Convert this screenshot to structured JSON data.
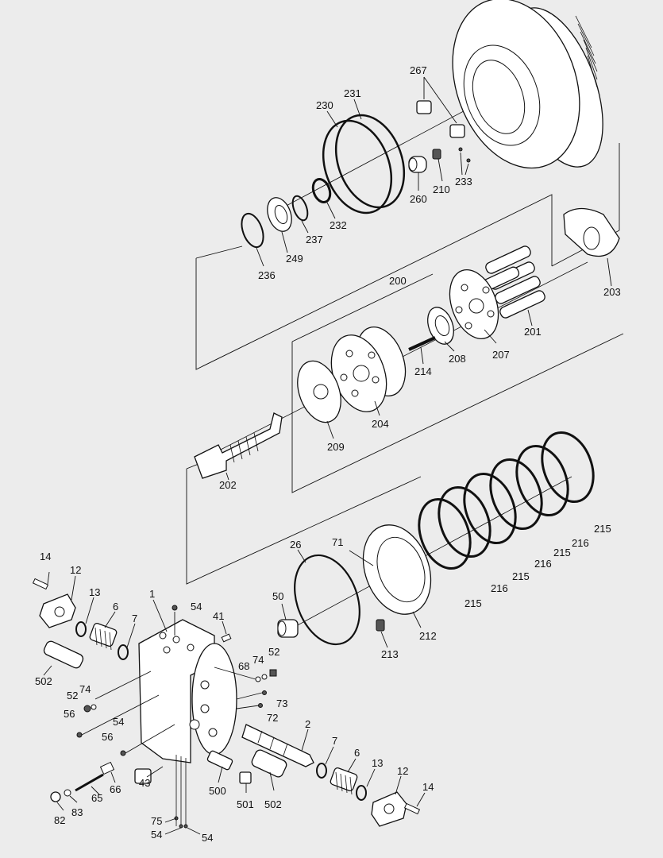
{
  "labels": {
    "l267": "267",
    "l231": "231",
    "l230": "230",
    "l210": "210",
    "l233": "233",
    "l260": "260",
    "l232": "232",
    "l237": "237",
    "l249": "249",
    "l236": "236",
    "l200": "200",
    "l203": "203",
    "l201": "201",
    "l207": "207",
    "l208": "208",
    "l214": "214",
    "l204": "204",
    "l209": "209",
    "l202": "202",
    "l215a": "215",
    "l216a": "216",
    "l215b": "215",
    "l216b": "216",
    "l215c": "215",
    "l216c": "216",
    "l215d": "215",
    "l26": "26",
    "l71": "71",
    "l212": "212",
    "l213": "213",
    "l50": "50",
    "l14a": "14",
    "l12a": "12",
    "l13a": "13",
    "l6a": "6",
    "l7a": "7",
    "l1": "1",
    "l54a": "54",
    "l41": "41",
    "l68": "68",
    "l74a": "74",
    "l52a": "52",
    "l502a": "502",
    "l52b": "52",
    "l74b": "74",
    "l56a": "56",
    "l54b": "54",
    "l56b": "56",
    "l73": "73",
    "l72": "72",
    "l2": "2",
    "l7b": "7",
    "l6b": "6",
    "l13b": "13",
    "l12b": "12",
    "l14b": "14",
    "l66": "66",
    "l43": "43",
    "l500": "500",
    "l501": "501",
    "l502b": "502",
    "l65": "65",
    "l82": "82",
    "l83": "83",
    "l75": "75",
    "l54c": "54",
    "l54d": "54"
  }
}
